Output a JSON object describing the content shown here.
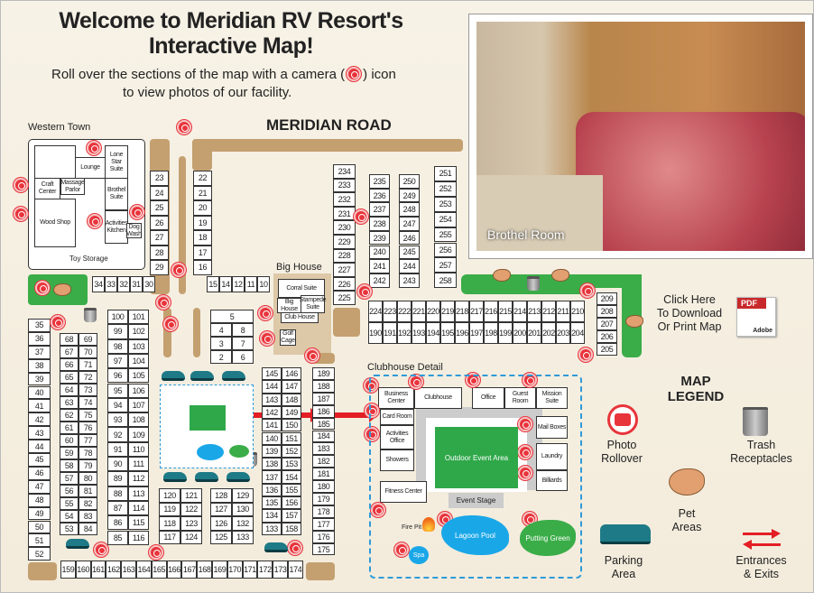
{
  "header": {
    "title_line1": "Welcome to Meridian RV Resort's",
    "title_line2": "Interactive Map!",
    "subtitle_part1": "Roll over the sections of the map with a camera (",
    "subtitle_part2": ") icon",
    "subtitle_line2": "to view photos of our facility."
  },
  "road_label": "MERIDIAN ROAD",
  "photo": {
    "caption": "Brothel Room"
  },
  "western_town": {
    "title": "Western Town",
    "rooms": [
      "Lounge",
      "Lone Star Suite",
      "Craft Center",
      "Massage Parlor",
      "Brothel Suite",
      "Wood Shop",
      "Activities Kitchen",
      "Dog Wash"
    ],
    "toy_storage": "Toy Storage"
  },
  "big_house": {
    "title": "Big House",
    "rooms": [
      "Corral Suite",
      "Big House",
      "Stampede Suite",
      "Club House",
      "Golf Cage"
    ]
  },
  "clubhouse": {
    "title": "Clubhouse Detail",
    "rooms": [
      "Business Center",
      "Clubhouse",
      "Office",
      "Guest Room",
      "Mission Suite",
      "Card Room",
      "Activities Office",
      "Showers",
      "Mail Boxes",
      "Laundry",
      "Billiards",
      "Fitness Center"
    ],
    "event_area": "Outdoor Event Area",
    "event_stage": "Event Stage",
    "fire_pit": "Fire Pit",
    "lagoon_pool": "Lagoon Pool",
    "putting_green": "Putting Green",
    "spa": "Spa"
  },
  "sites": {
    "g23": [
      "23",
      "24",
      "25",
      "26",
      "27",
      "28",
      "29"
    ],
    "g22": [
      "22",
      "21",
      "20",
      "19",
      "18",
      "17",
      "16"
    ],
    "g34": [
      "34",
      "33",
      "32",
      "31",
      "30"
    ],
    "g15": [
      "15",
      "14",
      "12",
      "11",
      "10"
    ],
    "g35": [
      "35",
      "36",
      "37",
      "38",
      "39",
      "40",
      "41",
      "42",
      "43",
      "44",
      "45",
      "46",
      "47",
      "48",
      "49",
      "50",
      "51",
      "52"
    ],
    "g68": [
      "68",
      "67",
      "66",
      "65",
      "64",
      "63",
      "62",
      "61",
      "60",
      "59",
      "58",
      "57",
      "56",
      "55",
      "54",
      "53"
    ],
    "g69": [
      "69",
      "70",
      "71",
      "72",
      "73",
      "74",
      "75",
      "76",
      "77",
      "78",
      "79",
      "80",
      "81",
      "82",
      "83",
      "84"
    ],
    "g100": [
      "100",
      "99",
      "98",
      "97",
      "96",
      "95",
      "94",
      "93",
      "92",
      "91",
      "90",
      "89",
      "88",
      "87",
      "86",
      "85"
    ],
    "g101": [
      "101",
      "102",
      "103",
      "104",
      "105",
      "106",
      "107",
      "108",
      "109",
      "110",
      "111",
      "112",
      "113",
      "114",
      "115",
      "116"
    ],
    "g5": [
      "5",
      "4",
      "8",
      "3",
      "7",
      "2",
      "6"
    ],
    "g120": [
      "120",
      "119",
      "118",
      "117"
    ],
    "g121": [
      "121",
      "122",
      "123",
      "124"
    ],
    "g128": [
      "128",
      "127",
      "126",
      "125"
    ],
    "g129": [
      "129",
      "130",
      "132",
      "133"
    ],
    "g145": [
      "145",
      "144",
      "143",
      "142",
      "141",
      "140",
      "139",
      "138",
      "137",
      "136",
      "135",
      "134",
      "133"
    ],
    "g146": [
      "146",
      "147",
      "148",
      "149",
      "150",
      "151",
      "152",
      "153",
      "154",
      "155",
      "156",
      "157",
      "158"
    ],
    "g189": [
      "189",
      "188",
      "187",
      "186",
      "185",
      "184",
      "183",
      "182",
      "181",
      "180",
      "179",
      "178",
      "177",
      "176",
      "175"
    ],
    "g159": [
      "159",
      "160",
      "161",
      "162",
      "163",
      "164",
      "165",
      "166",
      "167",
      "168",
      "169",
      "170",
      "171",
      "172",
      "173",
      "174"
    ],
    "g234": [
      "234",
      "233",
      "232",
      "231",
      "230",
      "229",
      "228",
      "227",
      "226",
      "225"
    ],
    "g235": [
      "235",
      "236",
      "237",
      "238",
      "239",
      "240",
      "241",
      "242"
    ],
    "g250": [
      "250",
      "249",
      "248",
      "247",
      "246",
      "245",
      "244",
      "243"
    ],
    "g251": [
      "251",
      "252",
      "253",
      "254",
      "255",
      "256",
      "257",
      "258"
    ],
    "g224": [
      "224",
      "223",
      "222",
      "221",
      "220",
      "219",
      "218",
      "217",
      "216",
      "215",
      "214",
      "213",
      "212",
      "211",
      "210"
    ],
    "g190": [
      "190",
      "191",
      "192",
      "193",
      "194",
      "195",
      "196",
      "197",
      "198",
      "199",
      "200",
      "201",
      "202",
      "203",
      "204"
    ],
    "g209": [
      "209",
      "208",
      "207",
      "206",
      "205"
    ]
  },
  "download": {
    "line1": "Click Here",
    "line2": "To Download",
    "line3": "Or Print Map",
    "pdf_badge": "PDF",
    "adobe_label": "Adobe"
  },
  "legend": {
    "title_line1": "MAP",
    "title_line2": "LEGEND",
    "photo": [
      "Photo",
      "Rollover"
    ],
    "trash": [
      "Trash",
      "Receptacles"
    ],
    "pet": [
      "Pet",
      "Areas"
    ],
    "parking": [
      "Parking",
      "Area"
    ],
    "entrances": [
      "Entrances",
      "& Exits"
    ]
  },
  "colors": {
    "road": "#c4a070",
    "pet_area": "#3aad48",
    "camera": "#e8343b",
    "pool": "#1aa7e8",
    "parking_car": "#1e7a86"
  }
}
